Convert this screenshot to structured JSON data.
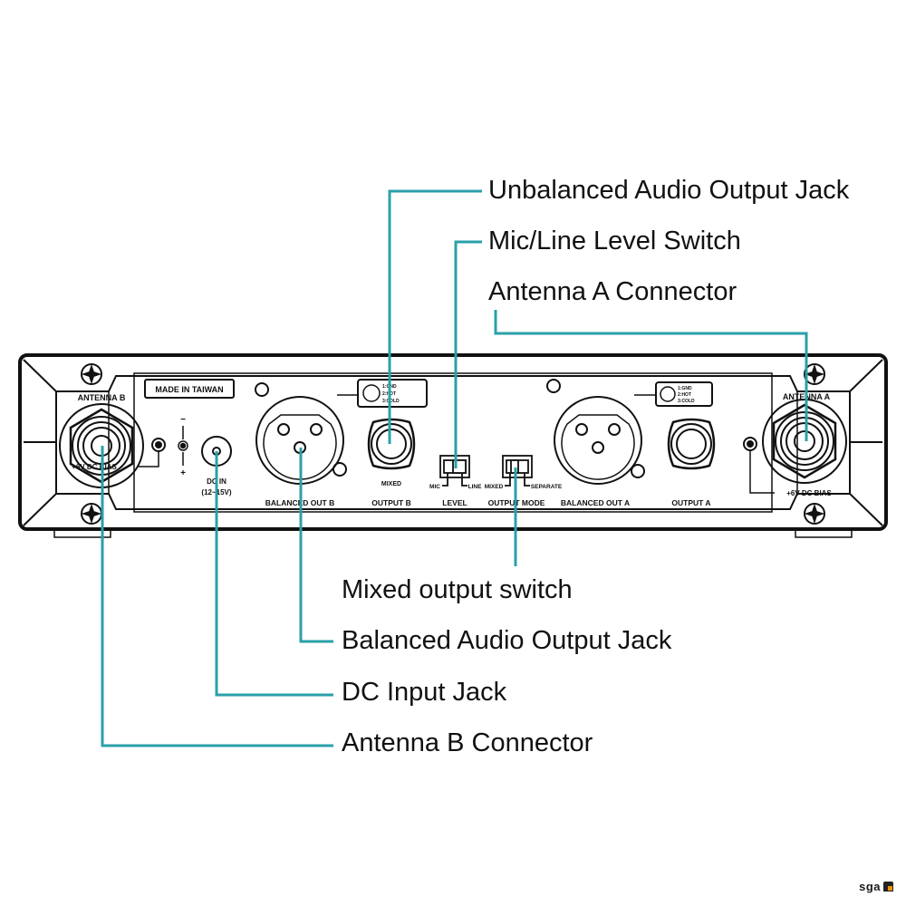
{
  "colors": {
    "leader_line": "#2aa0aa",
    "ink": "#111111",
    "background": "#ffffff",
    "logo_accent": "#f39200"
  },
  "callouts": [
    {
      "id": "unbalanced",
      "label": "Unbalanced Audio Output Jack"
    },
    {
      "id": "level",
      "label": "Mic/Line Level Switch"
    },
    {
      "id": "antenna_a",
      "label": "Antenna A Connector"
    },
    {
      "id": "mixed",
      "label": "Mixed output switch"
    },
    {
      "id": "balanced",
      "label": "Balanced Audio Output Jack"
    },
    {
      "id": "dc",
      "label": "DC Input Jack"
    },
    {
      "id": "antenna_b",
      "label": "Antenna B Connector"
    }
  ],
  "panel": {
    "antenna_b": "ANTENNA B",
    "antenna_a": "ANTENNA A",
    "bias_left": "+6V DC BIAS",
    "bias_right": "+6V DC BIAS",
    "made_in": "MADE IN TAIWAN",
    "polarity_minus": "−",
    "polarity_plus": "+",
    "dc_in": "DC IN",
    "dc_range": "(12~15V)",
    "balanced_out_b": "BALANCED OUT B",
    "output_b": "OUTPUT B",
    "output_b_sub": "MIXED",
    "level": "LEVEL",
    "level_mic": "MIC",
    "level_line": "LINE",
    "output_mode": "OUTPUT MODE",
    "mode_mixed": "MIXED",
    "mode_separate": "SEPARATE",
    "balanced_out_a": "BALANCED OUT A",
    "output_a": "OUTPUT A",
    "pin_b": [
      "1:GND",
      "2:HOT",
      "3:COLD"
    ],
    "pin_a": [
      "1:GND",
      "2:HOT",
      "3:COLD"
    ]
  },
  "logo": {
    "text": "sga"
  }
}
